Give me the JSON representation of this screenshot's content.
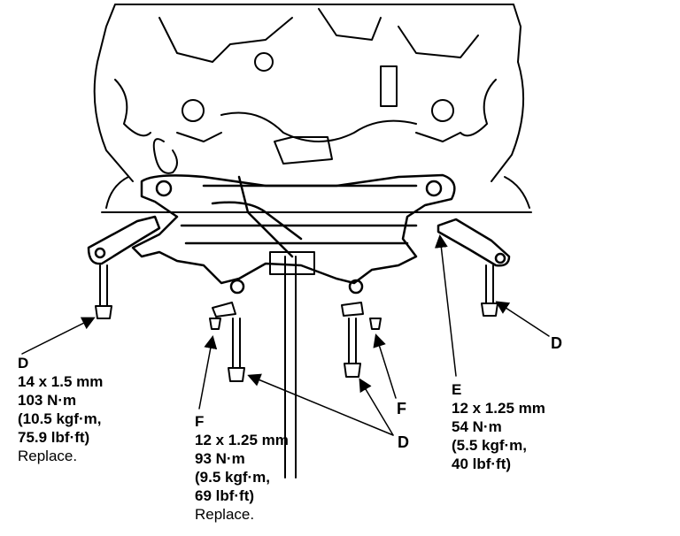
{
  "callouts": {
    "d_left": {
      "letter": "D",
      "size": "14 x 1.5 mm",
      "torque": "103 N·m",
      "metric": "(10.5 kgf·m,",
      "imperial": "75.9 lbf·ft)",
      "note": "Replace."
    },
    "f_left": {
      "letter": "F",
      "size": "12 x 1.25 mm",
      "torque": "93 N·m",
      "metric": "(9.5 kgf·m,",
      "imperial": "69 lbf·ft)",
      "note": "Replace."
    },
    "d_bottom": {
      "letter": "D"
    },
    "f_right": {
      "letter": "F"
    },
    "e": {
      "letter": "E",
      "size": "12 x 1.25 mm",
      "torque": "54 N·m",
      "metric": "(5.5 kgf·m,",
      "imperial": "40 lbf·ft)"
    },
    "d_right": {
      "letter": "D"
    }
  }
}
